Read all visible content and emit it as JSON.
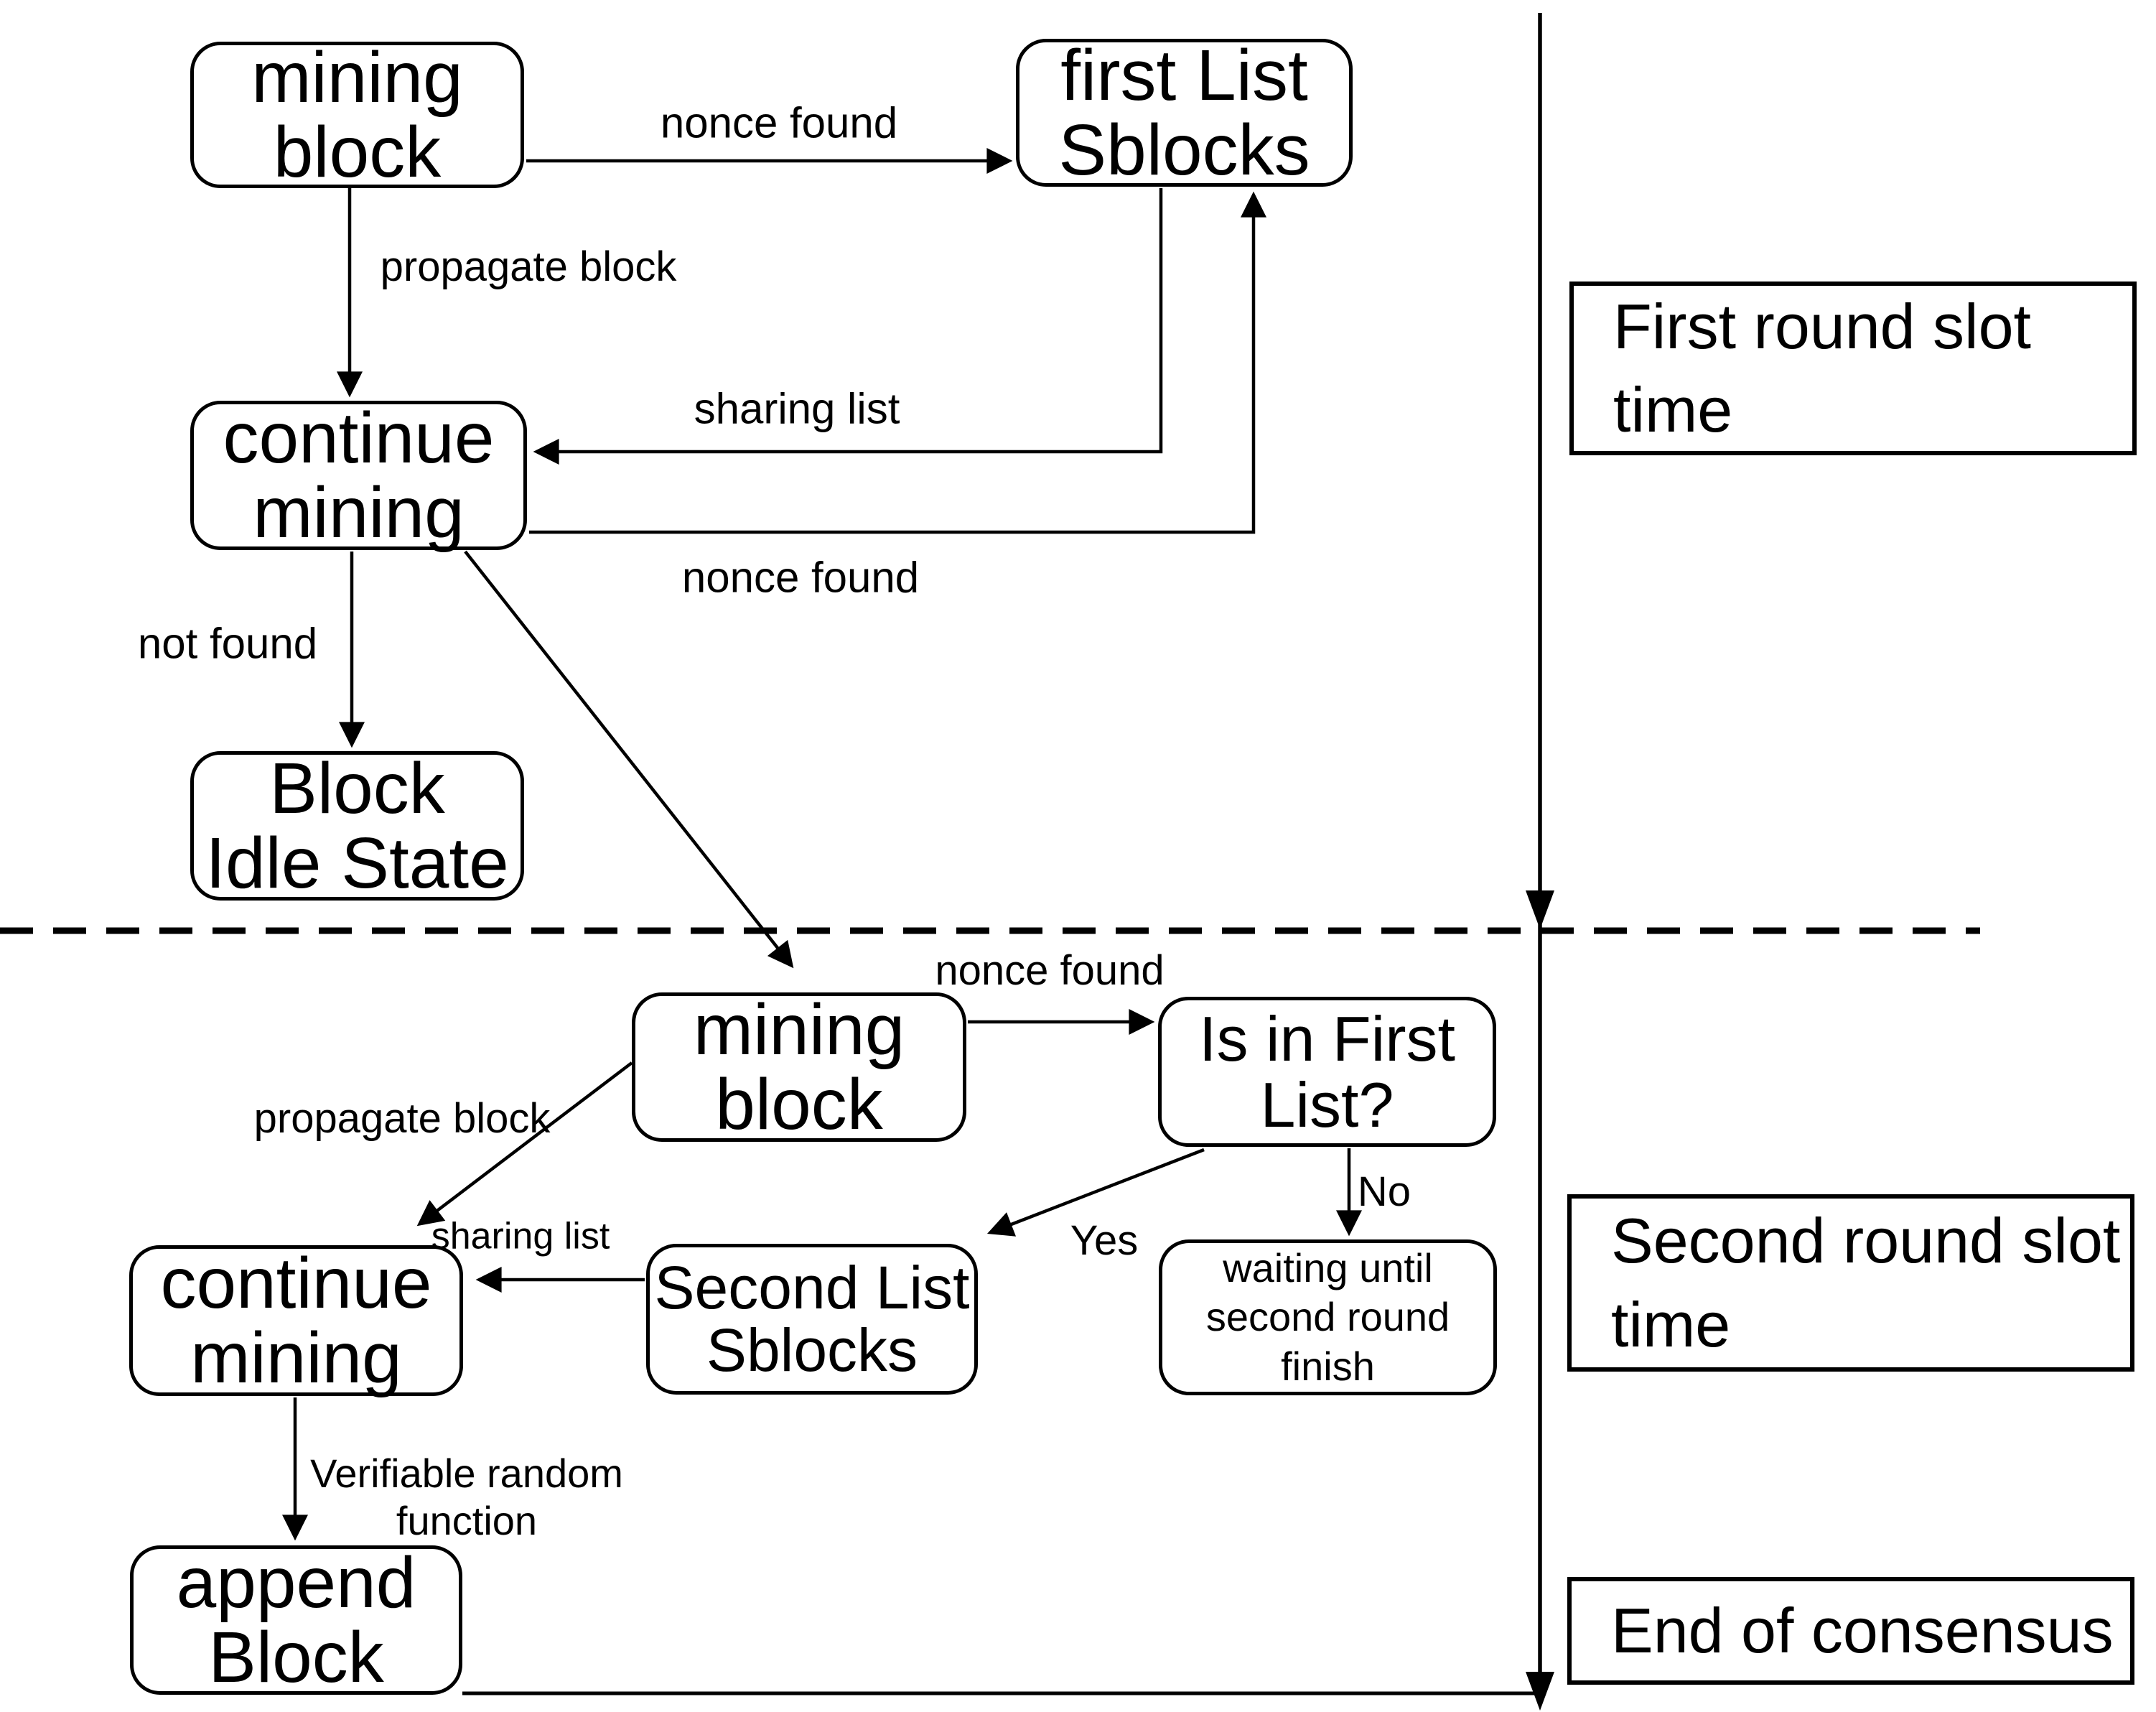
{
  "colors": {
    "ink": "#000000",
    "paper": "#ffffff"
  },
  "round1": {
    "mining_block": "mining\nblock",
    "first_list_sblocks": "first List\nSblocks",
    "continue_mining": "continue\nmining",
    "block_idle_state": "Block\nIdle State",
    "nonce_found_label": "nonce found",
    "propagate_block_label": "propagate block",
    "sharing_list_label": "sharing list",
    "nonce_found_return_label": "nonce found",
    "not_found_label": "not found"
  },
  "round2": {
    "mining_block": "mining\nblock",
    "is_in_first_list": "Is in First\nList?",
    "waiting_until": "waiting until\nsecond round\nfinish",
    "second_list_sblocks": "Second List\nSblocks",
    "continue_mining": "continue\nmining",
    "append_block": "append\nBlock",
    "nonce_found_label": "nonce found",
    "no_label": "No",
    "yes_label": "Yes",
    "propagate_block_label": "propagate block",
    "sharing_list_label": "sharing list",
    "verifiable_label": "Verifiable random\nfunction"
  },
  "timeline": {
    "first_round": "First round slot\ntime",
    "second_round": "Second round slot\ntime",
    "end": "End of consensus"
  }
}
